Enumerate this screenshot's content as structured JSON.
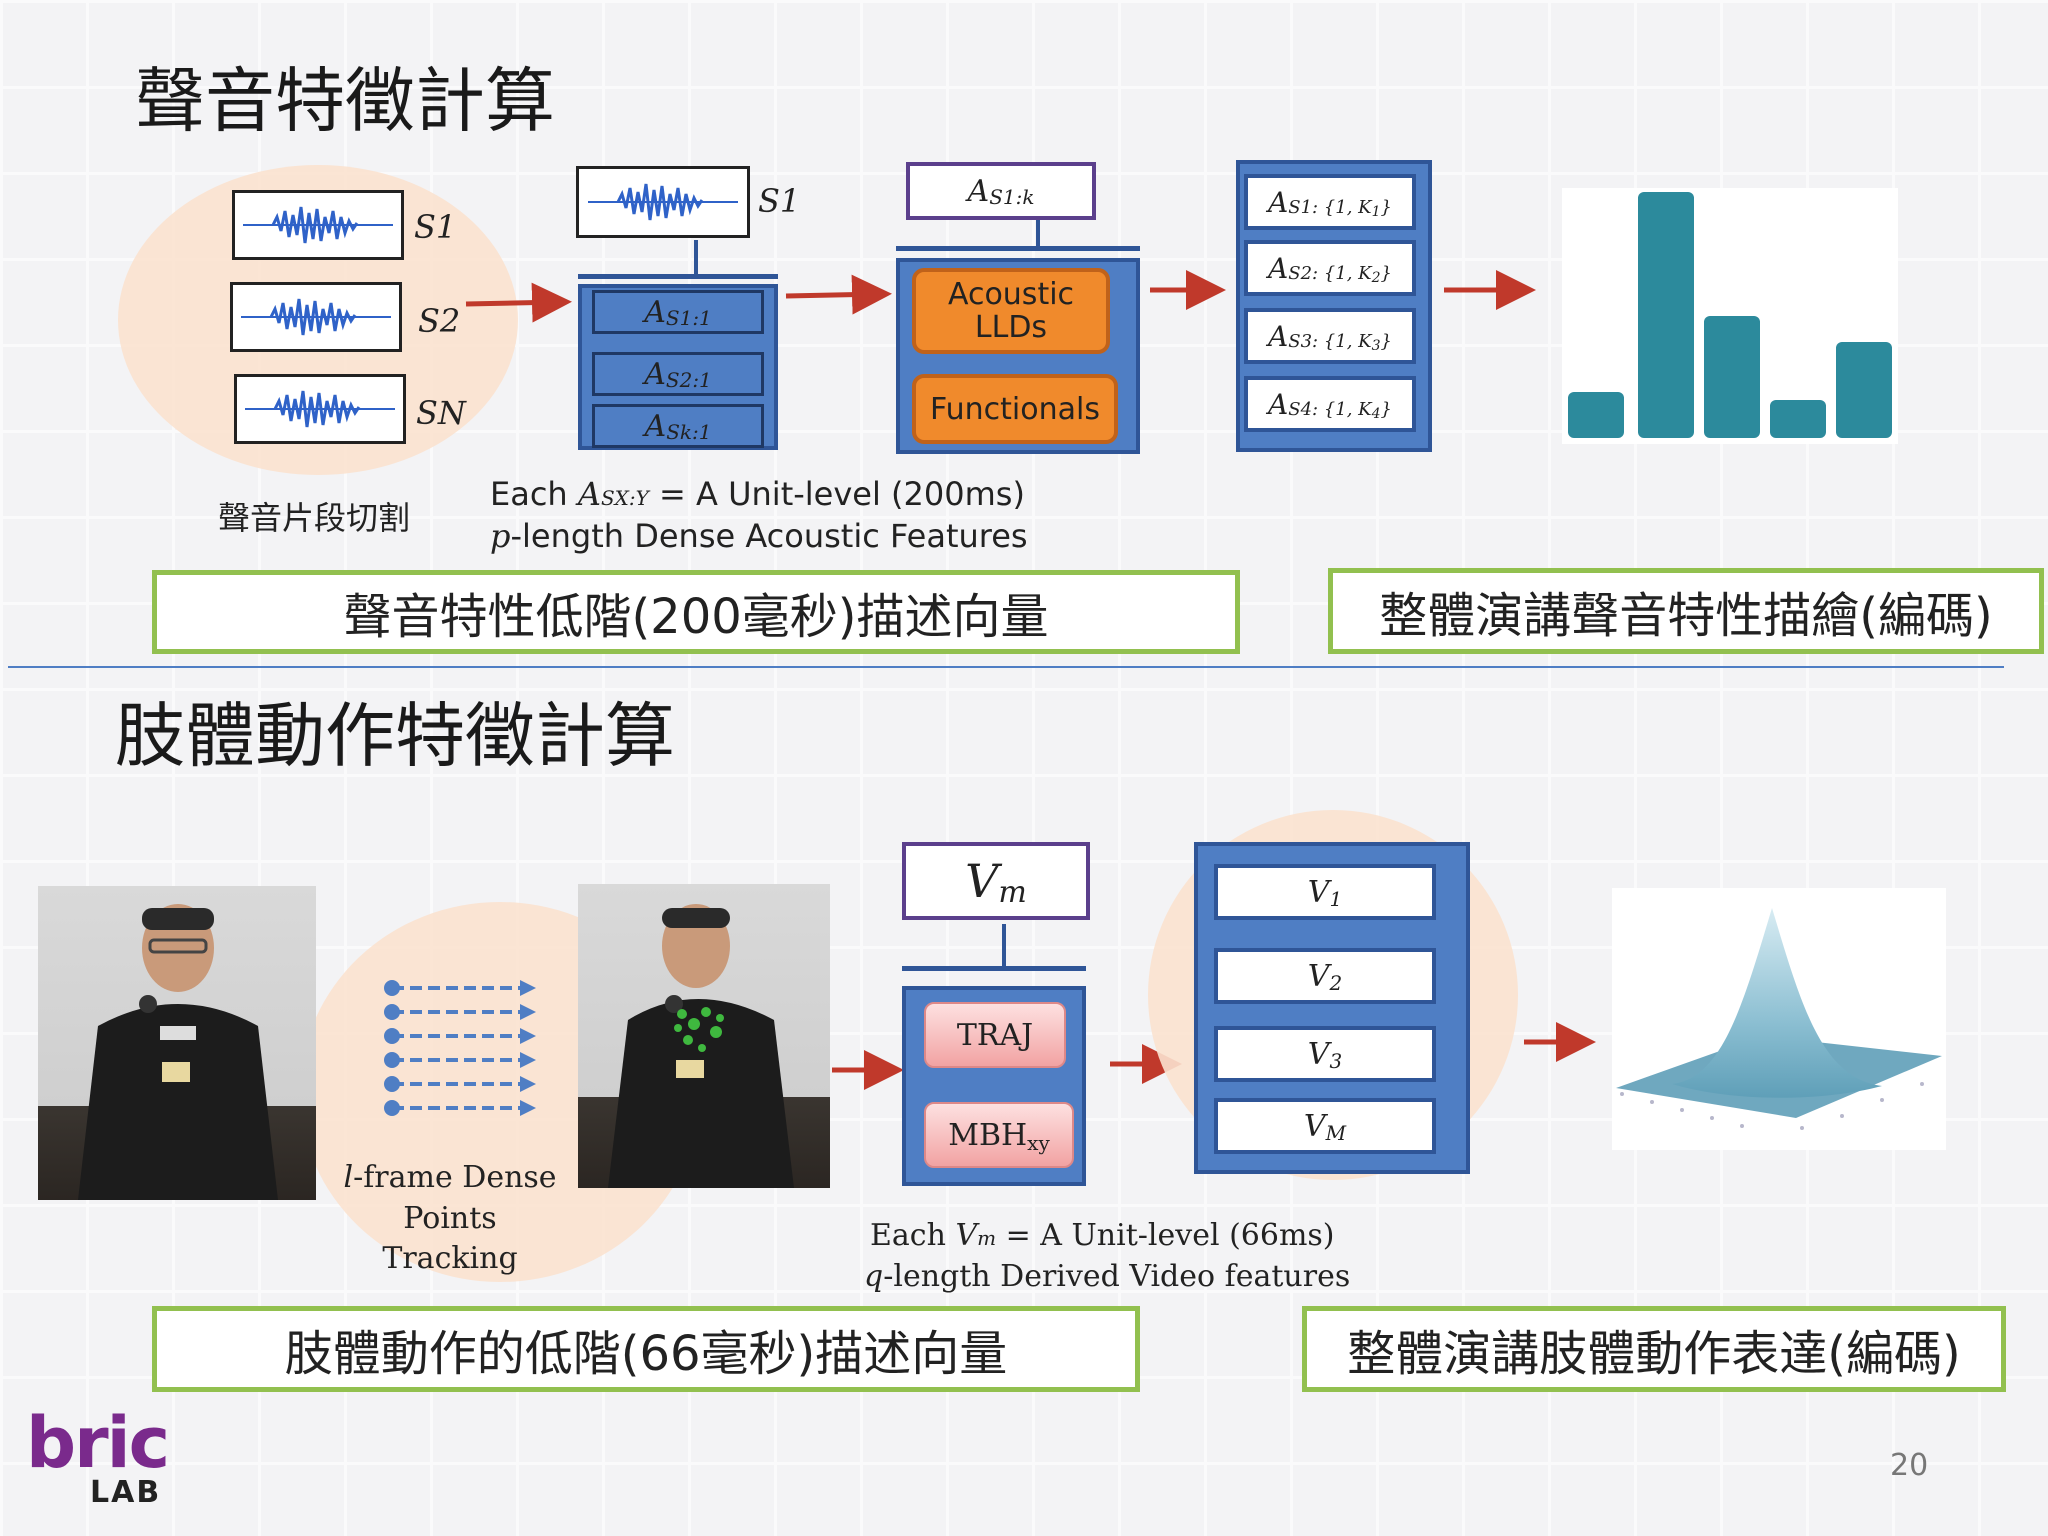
{
  "audio": {
    "title": "聲音特徵計算",
    "segments": [
      "S1",
      "S2",
      "SN"
    ],
    "segment_caption": "聲音片段切割",
    "top_segment": "S1",
    "units": [
      "A",
      "A",
      "A"
    ],
    "unit_subs": [
      "S1:1",
      "S2:1",
      "Sk:1"
    ],
    "agg_label": "A",
    "agg_sub": "S1:k",
    "lld_label": "Acoustic LLDs",
    "functionals_label": "Functionals",
    "stack": [
      {
        "base": "A",
        "sub": "S1: {1, K",
        "k": "1"
      },
      {
        "base": "A",
        "sub": "S2: {1, K",
        "k": "2"
      },
      {
        "base": "A",
        "sub": "S3: {1, K",
        "k": "3"
      },
      {
        "base": "A",
        "sub": "S4: {1, K",
        "k": "4"
      }
    ],
    "caption_each": "Each",
    "caption_sym": "A",
    "caption_sub": "SX:Y",
    "caption_rest": " = A Unit-level (200ms)",
    "caption_line2_sym": "p",
    "caption_line2": "-length Dense Acoustic Features",
    "box_left": "聲音特性低階(200毫秒)描述向量",
    "box_right": "整體演講聲音特性描繪(編碼)",
    "bar_color": "#2c8a9c"
  },
  "video": {
    "title": "肢體動作特徵計算",
    "tracking_sym": "l",
    "tracking_line1": "-frame Dense",
    "tracking_line2": "Points Tracking",
    "vm_label": "V",
    "vm_sub": "m",
    "traj_label": "TRAJ",
    "mbh_label": "MBH",
    "mbh_sub": "xy",
    "stack": [
      {
        "base": "V",
        "sub": "1"
      },
      {
        "base": "V",
        "sub": "2"
      },
      {
        "base": "V",
        "sub": "3"
      },
      {
        "base": "V",
        "sub": "M"
      }
    ],
    "caption_each": "Each ",
    "caption_sym": "V",
    "caption_sub": "m",
    "caption_rest": " = A Unit-level (66ms)",
    "caption_line2_sym": "q",
    "caption_line2": "-length Derived Video features",
    "box_left": "肢體動作的低階(66毫秒)描述向量",
    "box_right": "整體演講肢體動作表達(編碼)"
  },
  "footer": {
    "logo_top": "bric",
    "logo_bottom": "LAB",
    "page_number": "20"
  },
  "colors": {
    "arrow": "#c0392b",
    "panel_blue": "#4f7ec4",
    "border_purple": "#5b3f8c",
    "box_green": "#92c04f",
    "divider": "#4f7ec4"
  }
}
